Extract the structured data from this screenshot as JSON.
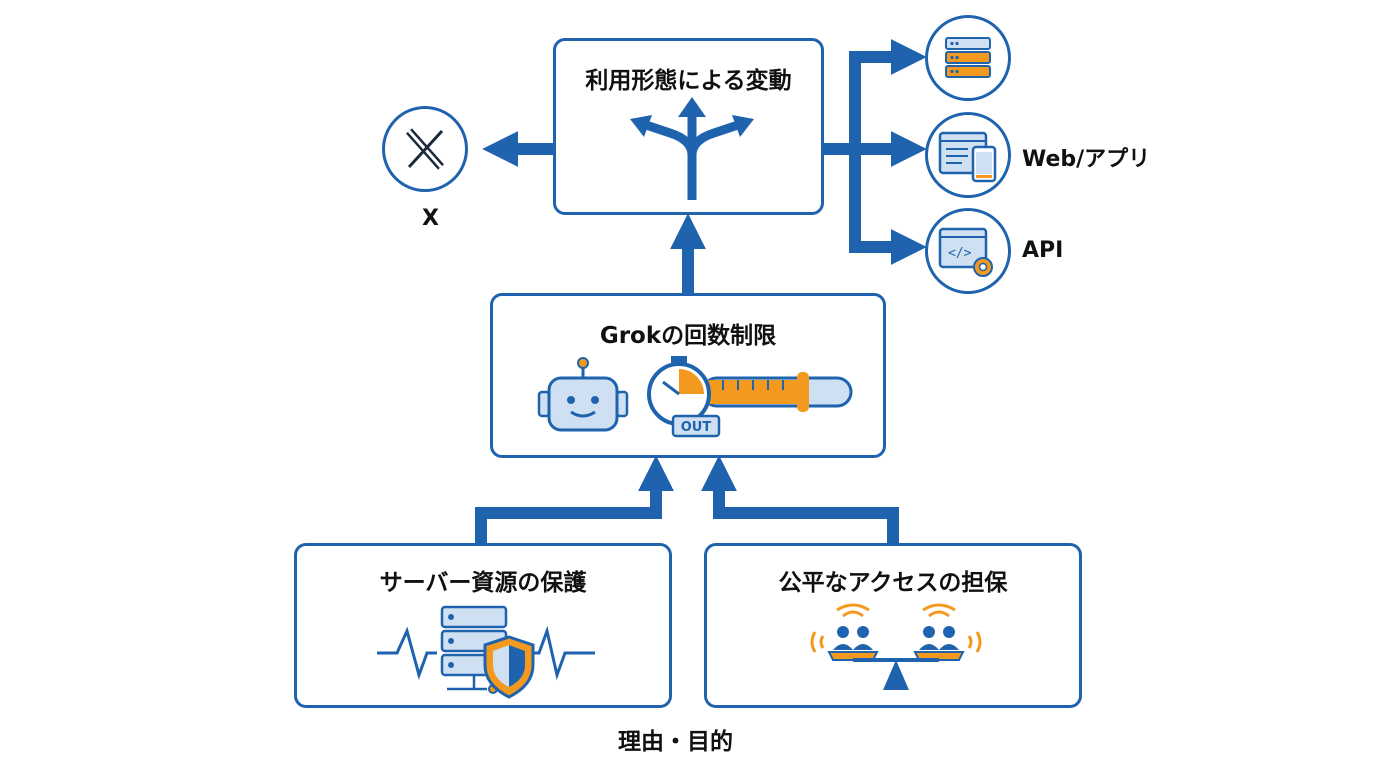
{
  "nodes": {
    "usage": {
      "title": "利用形態による変動"
    },
    "limit": {
      "title": "Grokの回数制限",
      "out_badge": "OUT"
    },
    "server": {
      "title": "サーバー資源の保護"
    },
    "fair": {
      "title": "公平なアクセスの担保"
    }
  },
  "outputs": {
    "x": {
      "label": "X"
    },
    "web": {
      "label": "Web/アプリ"
    },
    "api": {
      "label": "API"
    }
  },
  "footer": {
    "caption": "理由・目的"
  },
  "colors": {
    "primary": "#1f63ae",
    "accent": "#f39a1e",
    "light": "#cfe0f3"
  }
}
